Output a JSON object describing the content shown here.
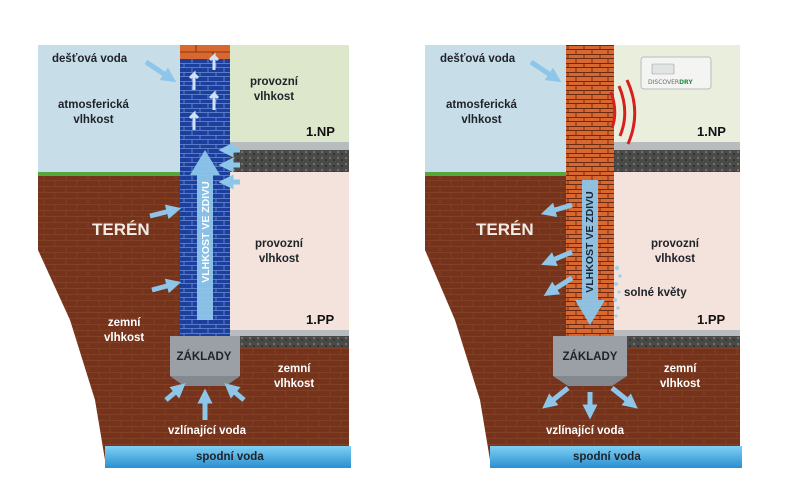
{
  "left": {
    "rain_water": "dešťová voda",
    "atmospheric_moisture": "atmosferická\nvlhkost",
    "operational_moisture_top": "provozní\nvlhkost",
    "floor_1np": "1.NP",
    "terrain": "TERÉN",
    "wall_moisture": "VLHKOST VE ZDIVU",
    "operational_moisture_bottom": "provozní\nvlhkost",
    "floor_1pp": "1.PP",
    "soil_moisture_left": "zemní\nvlhkost",
    "foundation": "ZÁKLADY",
    "soil_moisture_right": "zemní\nvlhkost",
    "rising_water": "vzlínající voda",
    "groundwater": "spodní voda"
  },
  "right": {
    "rain_water": "dešťová voda",
    "atmospheric_moisture": "atmosferická\nvlhkost",
    "device_brand_prefix": "DISCOVER",
    "device_brand_suffix": "DRY",
    "floor_1np": "1.NP",
    "terrain": "TERÉN",
    "wall_moisture": "VLHKOST VE ZDIVU",
    "operational_moisture": "provozní\nvlhkost",
    "salt_efflorescence": "solné květy",
    "floor_1pp": "1.PP",
    "foundation": "ZÁKLADY",
    "soil_moisture": "zemní\nvlhkost",
    "rising_water": "vzlínající voda",
    "groundwater": "spodní voda"
  },
  "colors": {
    "sky": "#c7dde8",
    "room_top_left": "#dde7cc",
    "room_top_right": "#e9efdc",
    "room_basement": "#f3e3dc",
    "soil": "#73331c",
    "water": "#4aa9dd",
    "wall_blue": "#1d3f9c",
    "wall_orange": "#d8682f",
    "foundation": "#9aa0a6",
    "arrow": "#8ec6ea"
  }
}
